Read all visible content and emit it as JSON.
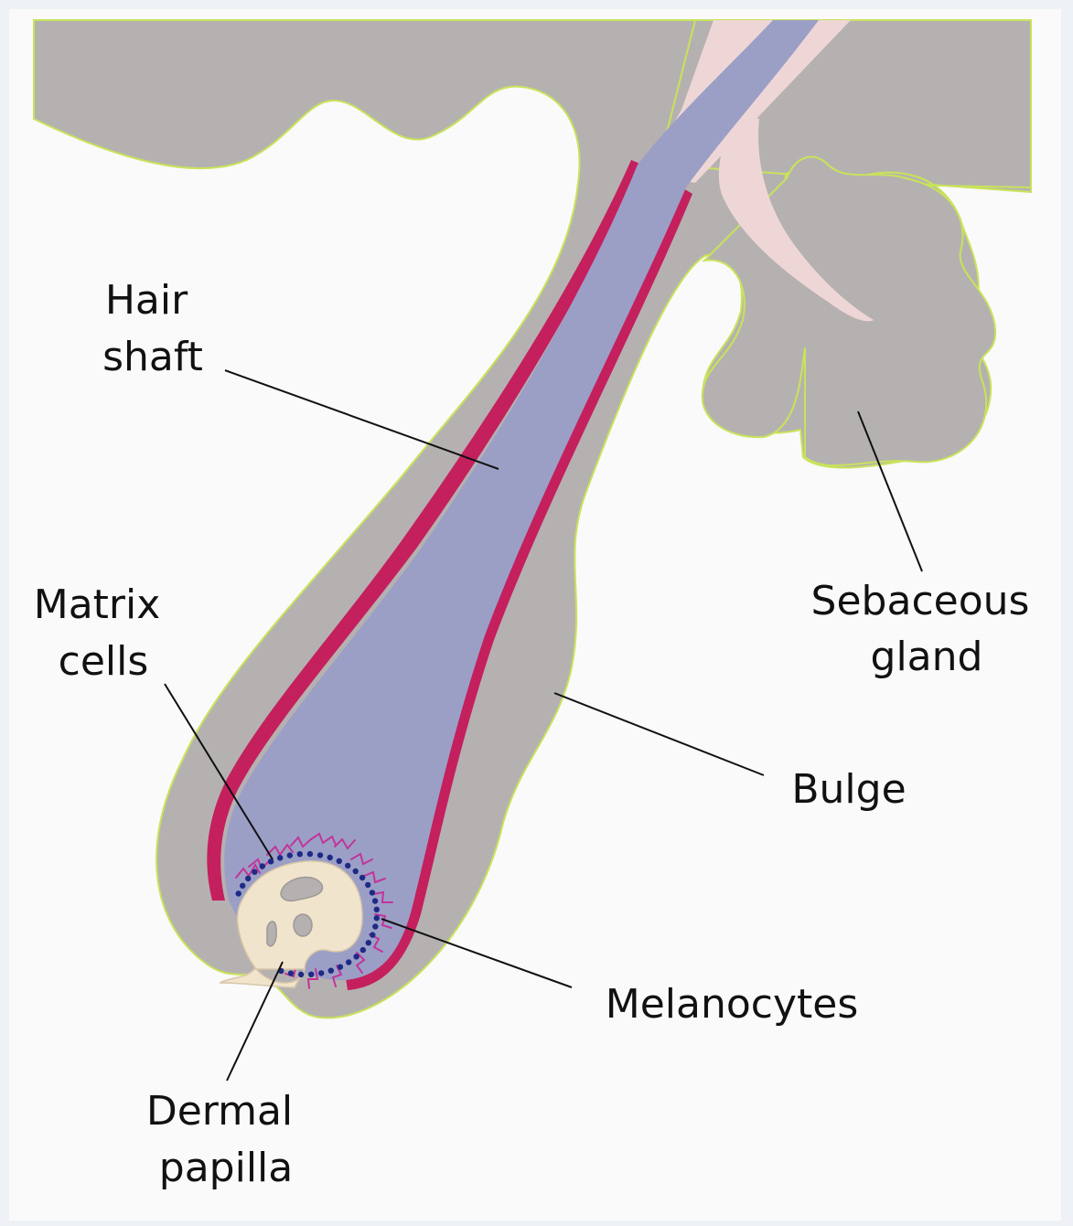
{
  "labels": {
    "hair_shaft": [
      "Hair",
      "shaft"
    ],
    "sebaceous_gland": [
      "Sebaceous",
      "gland"
    ],
    "matrix_cells": [
      "Matrix",
      "cells"
    ],
    "bulge": [
      "Bulge"
    ],
    "melanocytes": [
      "Melanocytes"
    ],
    "dermal_papilla": [
      "Dermal",
      "papilla"
    ]
  },
  "colors": {
    "background": "#fafafa",
    "frame": "#eef1f5",
    "dermis": "#b6b1b1",
    "dermis_outline": "#c8e35a",
    "sheath_pink": "#efd6d6",
    "hair_shaft": "#9b9fc6",
    "inner_root_sheath": "#c4205e",
    "dermal_papilla": "#f1e4cc",
    "matrix_dots": "#1e2a86",
    "melanocyte_strands": "#c2349a"
  }
}
